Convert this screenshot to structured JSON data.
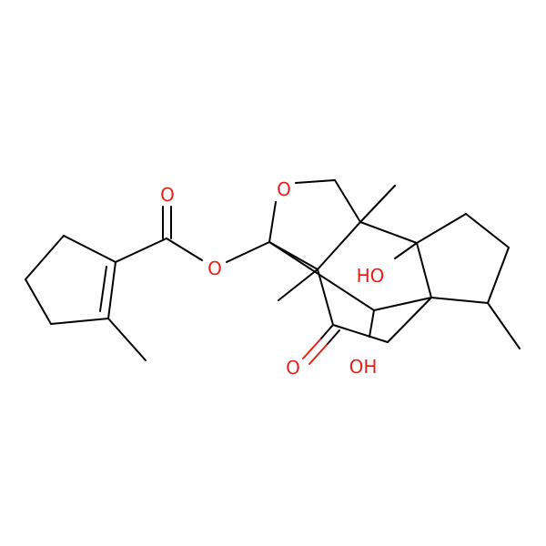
{
  "molecule": {
    "atoms": {
      "ring_oxygen": "O",
      "ester_oxygen": "O",
      "carbonyl_oxygen_ester": "O",
      "ketone_oxygen": "O",
      "hydroxyl_1": "HO",
      "hydroxyl_2": "OH"
    }
  },
  "colors": {
    "bond": "#000000",
    "oxygen": "#e8201a",
    "background": "#ffffff"
  }
}
